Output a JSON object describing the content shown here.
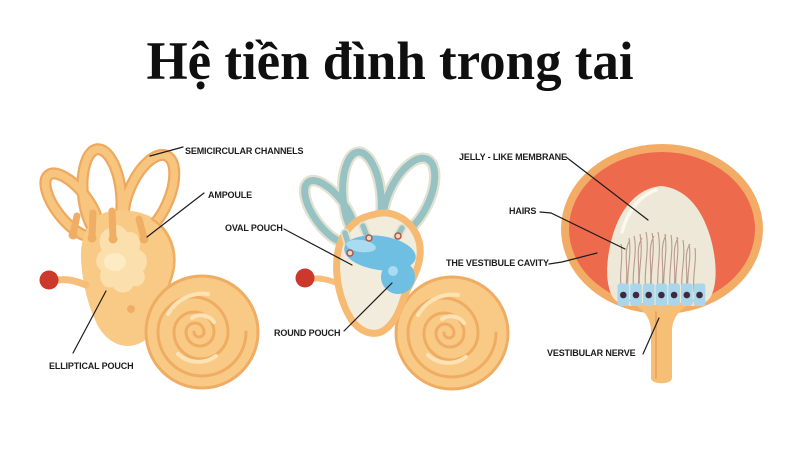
{
  "title": "Hệ tiền đình trong tai",
  "figures": {
    "labyrinth": {
      "labels": {
        "semicircular_channels": "SEMICIRCULAR CHANNELS",
        "ampoule": "AMPOULE",
        "elliptical_pouch": "ELLIPTICAL POUCH"
      }
    },
    "labyrinth_pouches": {
      "labels": {
        "oval_pouch": "OVAL POUCH",
        "round_pouch": "ROUND POUCH"
      }
    },
    "vestibule_closeup": {
      "labels": {
        "jelly_like_membrane": "JELLY - LIKE MEMBRANE",
        "hairs": "HAIRS",
        "the_vestibule_cavity": "THE VESTIBULE CAVITY",
        "vestibular_nerve": "VESTIBULAR NERVE"
      }
    }
  },
  "colors": {
    "peach_fill": "#F9CA85",
    "peach_outline": "#EFAC63",
    "peach_tube": "#F8C57F",
    "light_patch": "#FBDFAC",
    "teal_canal": "#97C2C4",
    "canal_halo": "#E3E1D0",
    "cream_fill": "#F1ECDC",
    "blue_pouch": "#6FBFE2",
    "blue_highlight": "#A9DCF0",
    "coral_cavity": "#ED6A4D",
    "membrane_cream": "#EDE8D7",
    "hair_strand": "#B18C80",
    "hair_cell_blue": "#A9D6EA",
    "cell_dot": "#3E2A3E",
    "red_dot": "#CC392C",
    "label_text": "#1D1D1D"
  }
}
